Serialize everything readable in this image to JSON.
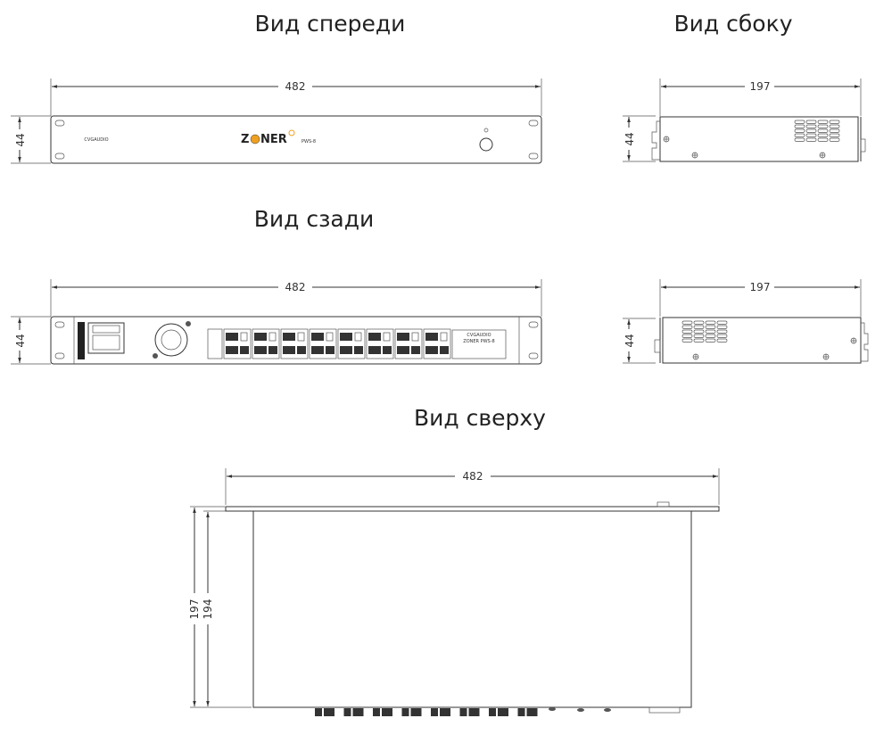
{
  "titles": {
    "front": "Вид спереди",
    "side": "Вид  сбоку",
    "rear": "Вид сзади",
    "top": "Вид сверху"
  },
  "dimensions": {
    "width": "482",
    "height": "44",
    "depth": "197",
    "body_depth": "194"
  },
  "labels": {
    "brand": "CVGAUDIO",
    "product_logo": "ZONER",
    "model": "PWS-8",
    "rear_model": "ZONER PWS-8"
  },
  "colors": {
    "line": "#333333",
    "logo_accent": "#f0a020"
  }
}
